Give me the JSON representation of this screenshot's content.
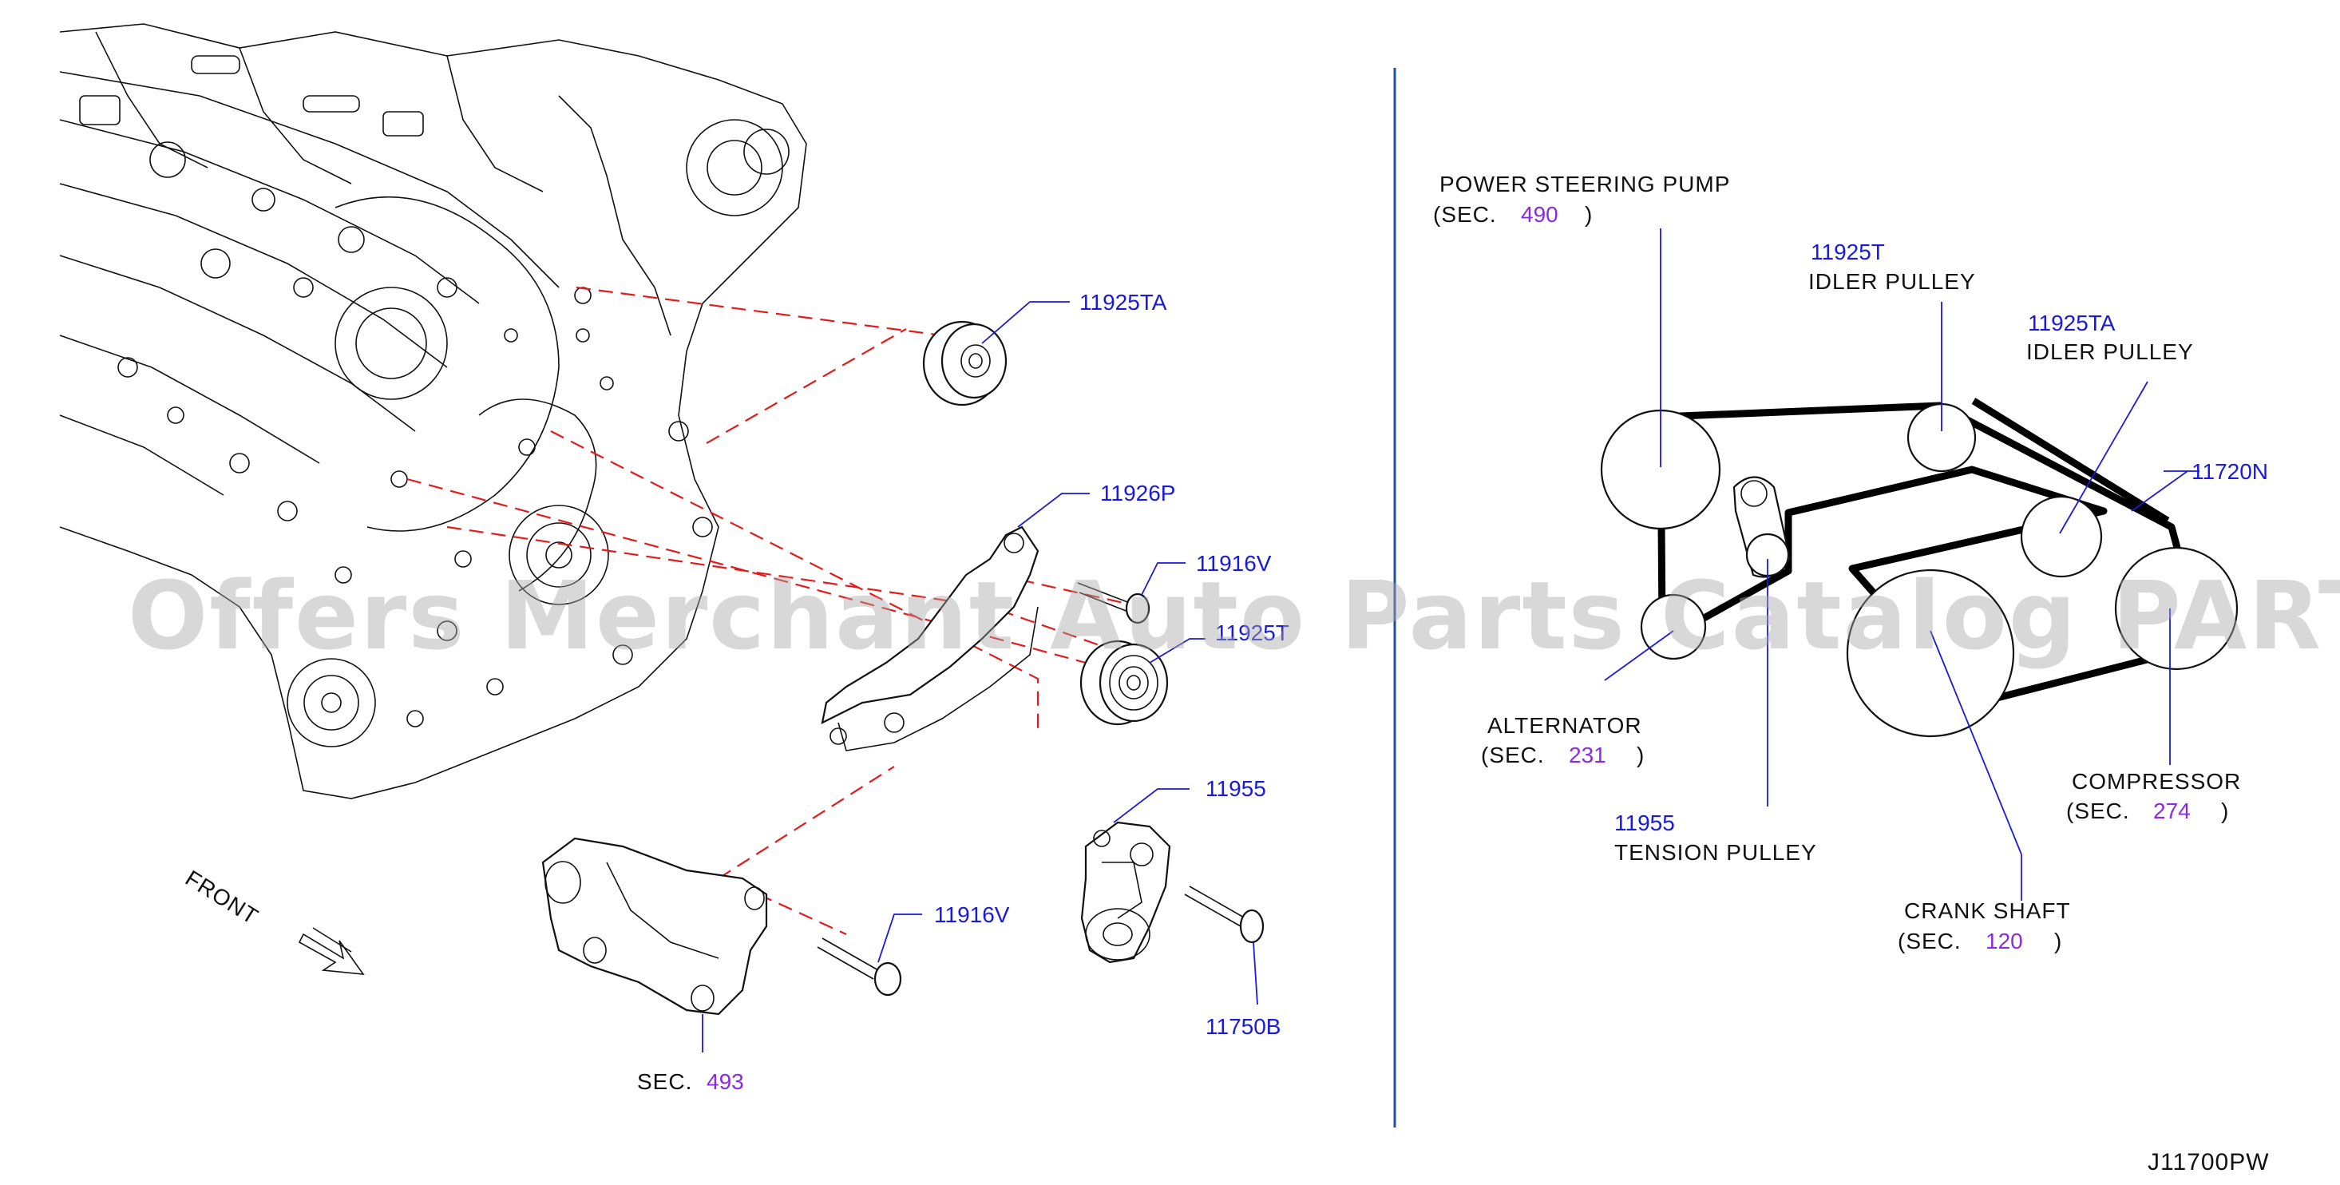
{
  "left_view": {
    "callouts": {
      "idler_ta": "11925TA",
      "bracket": "11926P",
      "bolt_upper": "11916V",
      "idler_t_partial": "11925T",
      "tensioner": "11955",
      "bolt_lower": "11916V",
      "bolt_tensioner": "11750B"
    },
    "front_label": "FRONT",
    "sec_493": {
      "prefix": "SEC.",
      "number": "493"
    }
  },
  "belt_layout": {
    "power_steering": {
      "name": "POWER   STEERING   PUMP",
      "sec_open": "(SEC.",
      "sec_number": "490",
      "sec_close": ")"
    },
    "idler_t": {
      "code": "11925T",
      "name": "IDLER   PULLEY"
    },
    "idler_ta": {
      "code": "11925TA",
      "name": "IDLER   PULLEY"
    },
    "belt": {
      "code": "11720N"
    },
    "alternator": {
      "name": "ALTERNATOR",
      "sec_open": "(SEC.",
      "sec_number": "231",
      "sec_close": ")"
    },
    "tension_pulley": {
      "code": "11955",
      "name": "TENSION   PULLEY"
    },
    "compressor": {
      "name": "COMPRESSOR",
      "sec_open": "(SEC.",
      "sec_number": "274",
      "sec_close": ")"
    },
    "crank_shaft": {
      "name": "CRANK   SHAFT",
      "sec_open": "(SEC.",
      "sec_number": "120",
      "sec_close": ")"
    }
  },
  "diagram_code": "J11700PW",
  "watermark": "Offers Merchant Auto Parts Catalog PARTSTORE.SA",
  "colors": {
    "callout": "#1a1adb",
    "section_number": "#8a2be2",
    "dashed_line": "#e21b1b",
    "divider": "#1f4fa3"
  }
}
